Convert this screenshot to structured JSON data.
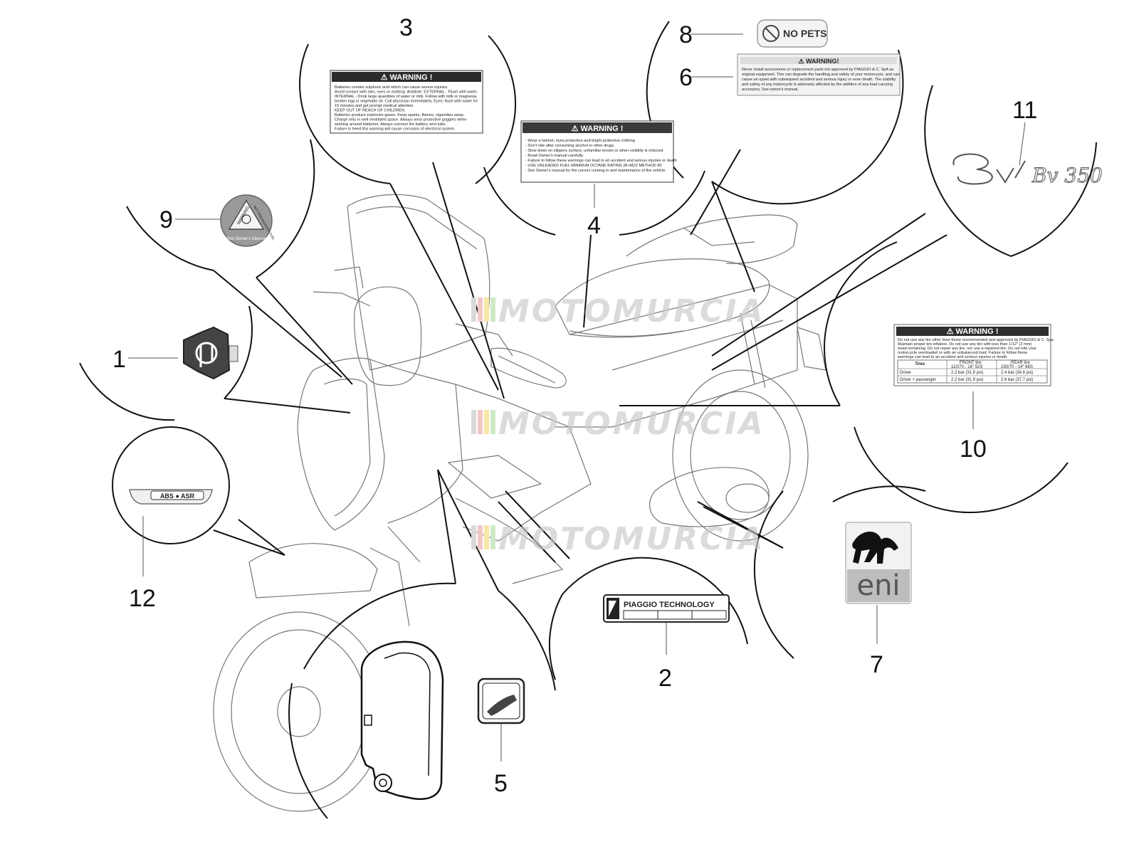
{
  "watermark": {
    "text": "MOTOMURCIA",
    "stripe_colors": [
      "#d9d9d9",
      "#f3c7c7",
      "#f7e7a6",
      "#cfe9c8"
    ]
  },
  "callouts": {
    "c1": "1",
    "c2": "2",
    "c3": "3",
    "c4": "4",
    "c5": "5",
    "c6": "6",
    "c7": "7",
    "c8": "8",
    "c9": "9",
    "c10": "10",
    "c11": "11",
    "c12": "12"
  },
  "label3": {
    "heading": "⚠ WARNING !",
    "lines": [
      "Batteries contain sulphuric acid which can cause severe injuries.",
      "Avoid contact with skin, eyes or clothing. Antidote: EXTERNAL - Flush with water.",
      "INTERNAL - Drink large quantities of water or milk. Follow with milk or magnesia,",
      "beaten egg or vegetable oil. Call physician immediately. Eyes: flush with water for",
      "15 minutes and get prompt medical attention.",
      "KEEP OUT OF REACH OF CHILDREN.",
      "Batteries produce explosive gases. Keep sparks, flames, cigarettes away.",
      "Charge only in well ventilated space. Always wear protective goggles when",
      "working around batteries. Always connect the battery vent tube.",
      "Failure to heed this warning will cause corrosion of electrical system."
    ]
  },
  "label4": {
    "heading": "⚠ WARNING !",
    "lines": [
      "- Wear a helmet, eyes protection and bright protective clothing",
      "- Don't ride after consuming alcohol or other drugs.",
      "- Slow down on slippery surface, unfamiliar terrain or when visibility is reduced.",
      "- Read Owner's manual carefully.",
      "- Failure to follow these warnings can lead to an accident and serious injuries or death",
      "- USE UNLEADED FUEL MINIMUM OCTANE RATING (R+M)/2 METHOD 90",
      "- See Owner's manual for the correct running in and maintenance of the vehicle."
    ]
  },
  "label6": {
    "heading": "⚠ WARNING!",
    "lines": [
      "Never install accessories or replacement parts not approved by PIAGGIO & C. SpA as",
      "original equipment. This can degrade the handling and safety of your motorcycle, and can",
      "cause an upset with subsequent accident and serious injury or even death. The stability",
      "and safety of any motorcycle is adversely affected by the addition of any load carrying",
      "accessory. See owner's manual."
    ]
  },
  "label8": {
    "text": "NO PETS"
  },
  "label9": {
    "warning": "WARNING",
    "side_text": "NOT PRESSURIZED FUEL",
    "bottom": "See Owner's Manual"
  },
  "label10": {
    "heading": "⚠ WARNING !",
    "lines": [
      "Do not use any tire other than those recommended and approved by PIAGGIO & C. Spa.",
      "Maintain proper tire inflation. Do not use any tire with less than 1/12\" (2 mm)",
      "tread remaining. Do not repair any tire, nor use a repaired tire. Do not ride your",
      "motorcycle overloaded or with an unbalanced load. Failure to follow these",
      "warnings can lead to an accident and serious injuries or death."
    ],
    "table": {
      "header": [
        "Tires",
        "FRONT tire",
        "REAR tire"
      ],
      "sizes": [
        "",
        "110/70 - 16\" 52S",
        "150/70 - 14\" 66S"
      ],
      "rows": [
        [
          "Driver",
          "2.2 bar (31.9 psi)",
          "2.4 bar (34.8 psi)"
        ],
        [
          "Driver + passenger",
          "2.2 bar (31.9 psi)",
          "2.6 bar (37.7 psi)"
        ]
      ]
    }
  },
  "label2": {
    "text": "PIAGGIO TECHNOLOGY"
  },
  "label7": {
    "text": "eni"
  },
  "label11": {
    "text": "Bv 350"
  },
  "label12": {
    "text": "ABS ● ASR"
  }
}
